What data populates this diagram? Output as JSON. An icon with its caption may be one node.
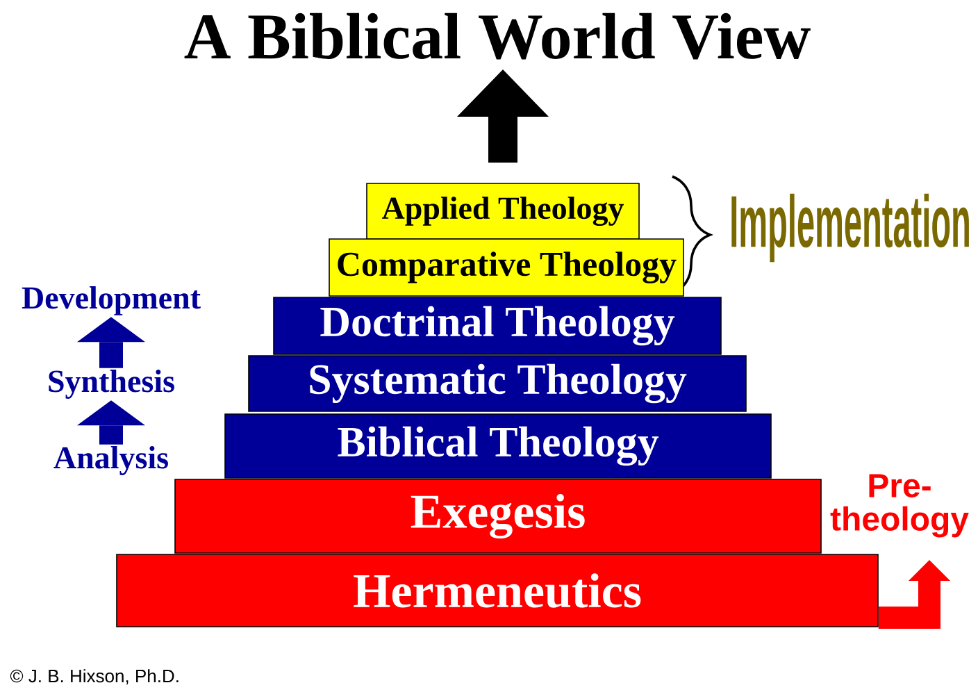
{
  "diagram": {
    "title": "A Biblical World View",
    "nodes": [
      {
        "text": [
          "Applied Theology"
        ]
      },
      {
        "text": [
          "Comparative Theology"
        ]
      },
      {
        "text": [
          "Doctrinal Theology"
        ]
      },
      {
        "text": [
          "Systematic Theology"
        ]
      },
      {
        "text": [
          "Biblical Theology"
        ]
      },
      {
        "text": [
          "Exegesis"
        ]
      },
      {
        "text": [
          "Hermeneutics"
        ]
      },
      {
        "text": [
          "Development"
        ]
      },
      {
        "text": [
          "Synthesis"
        ]
      },
      {
        "text": [
          "Analysis"
        ]
      },
      {
        "text": [
          "Pre- theology"
        ]
      }
    ],
    "edges": [
      {
        "from": 9,
        "to": 8,
        "arrow": "to"
      },
      {
        "from": 8,
        "to": 7,
        "arrow": "to"
      },
      {
        "from": 6,
        "to": 10,
        "arrow": "to",
        "color": "#ff0000"
      }
    ],
    "labels": [
      "Implementation",
      "© J. B. Hixson, Ph.D."
    ]
  }
}
